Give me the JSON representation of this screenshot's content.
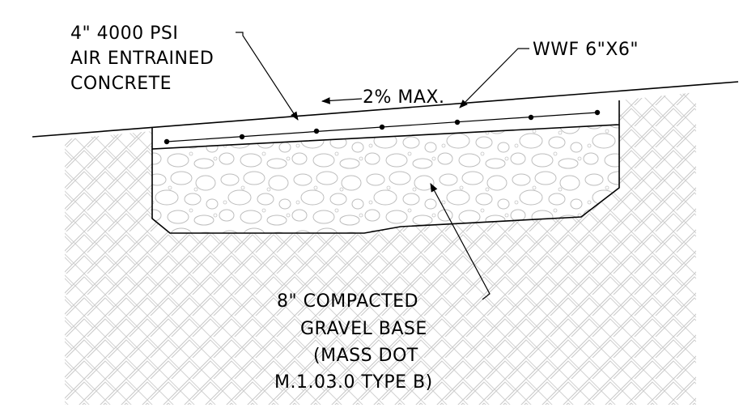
{
  "labels": {
    "concrete": {
      "line1": "4\" 4000 PSI",
      "line2": "AIR ENTRAINED",
      "line3": "CONCRETE"
    },
    "wwf": "WWF 6\"X6\"",
    "slope": "2% MAX.",
    "gravel": {
      "line1": "8\" COMPACTED",
      "line2": "GRAVEL BASE",
      "line3": "(MASS DOT",
      "line4": "M.1.03.0 TYPE B)"
    }
  }
}
